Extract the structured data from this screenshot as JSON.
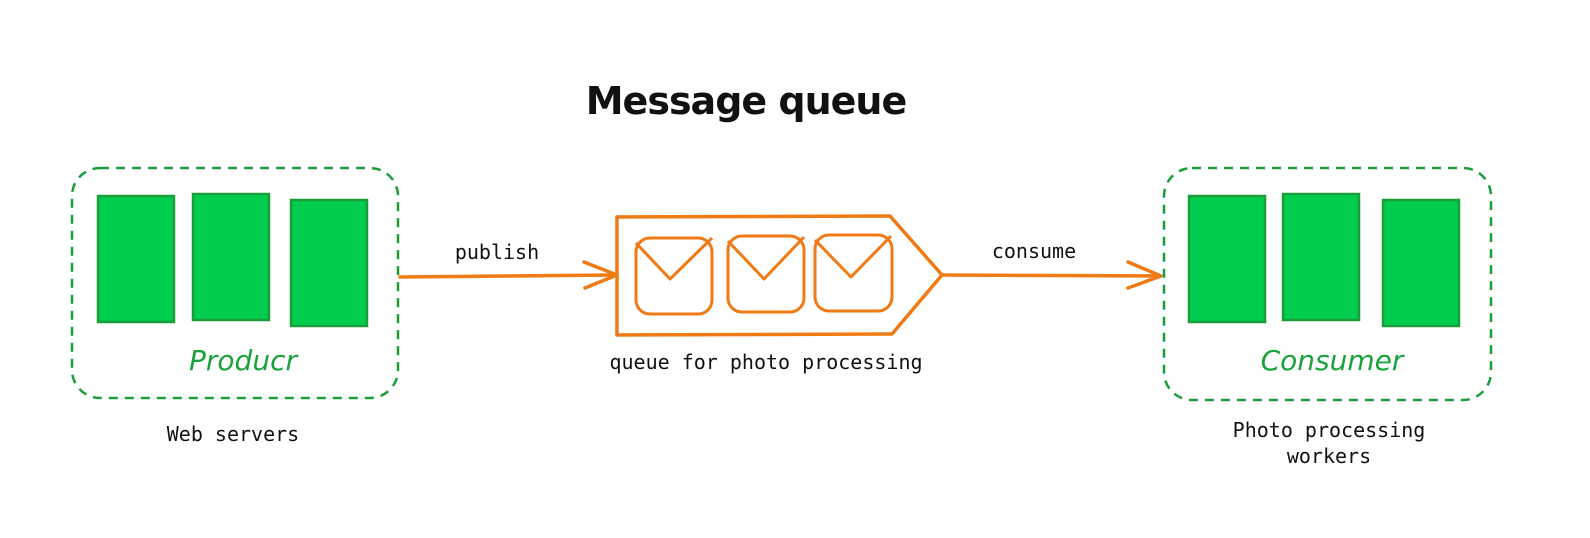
{
  "title": "Message queue",
  "colors": {
    "green_fill": "#00cc4e",
    "green_stroke": "#1a9e3a",
    "orange": "#f07a14",
    "text": "#111111"
  },
  "producer": {
    "label": "Producr",
    "caption": "Web servers",
    "server_count": 3
  },
  "queue": {
    "caption": "queue for photo processing",
    "message_count": 3,
    "icon": "envelope-icon"
  },
  "consumer": {
    "label": "Consumer",
    "caption_line1": "Photo processing",
    "caption_line2": "workers",
    "worker_count": 3
  },
  "edges": {
    "publish": "publish",
    "consume": "consume"
  }
}
